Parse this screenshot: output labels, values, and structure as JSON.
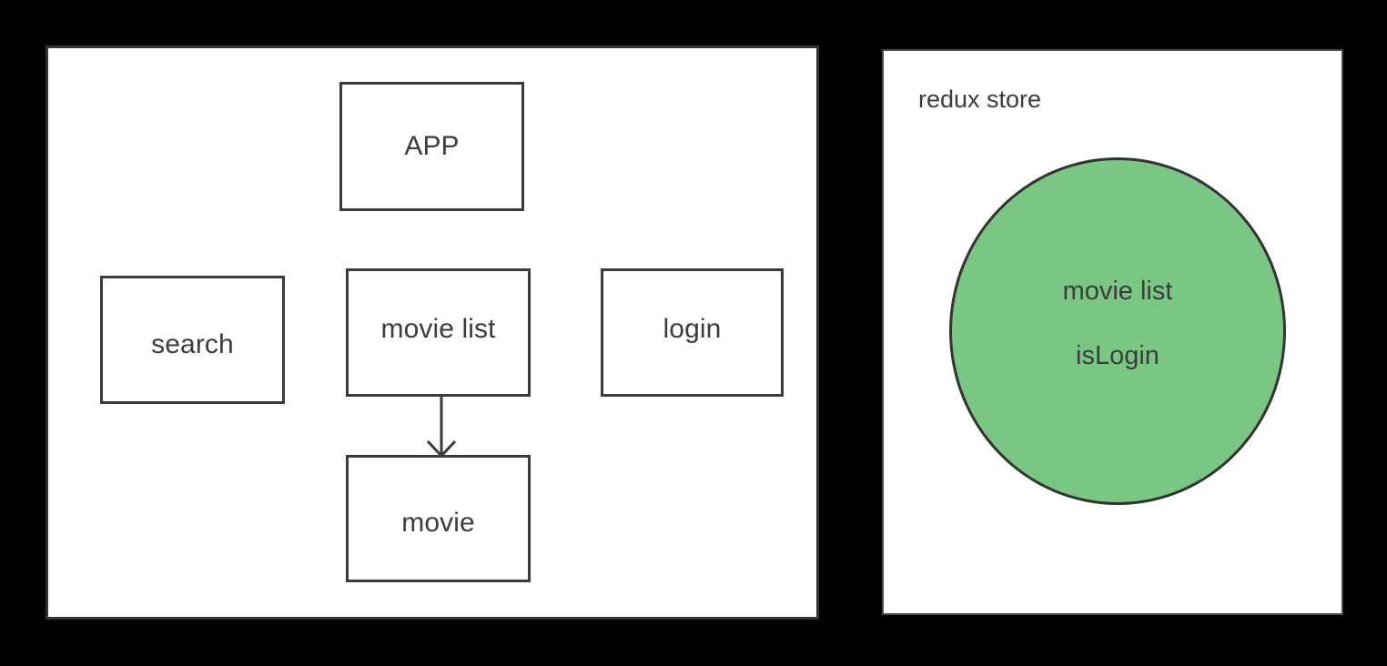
{
  "diagram": {
    "background_color": "#000000",
    "panels": {
      "components": {
        "name": "components-panel",
        "border_color": "#333333",
        "background_color": "#ffffff",
        "nodes": [
          {
            "id": "app",
            "label": "APP"
          },
          {
            "id": "search",
            "label": "search"
          },
          {
            "id": "movie-list",
            "label": "movie list"
          },
          {
            "id": "login",
            "label": "login"
          },
          {
            "id": "movie",
            "label": "movie"
          }
        ],
        "connectors": [
          {
            "from": "movie-list",
            "to": "movie",
            "style": "arrow-down",
            "color": "#3b3b3b"
          }
        ]
      },
      "store": {
        "name": "store-panel",
        "title": "redux store",
        "border_color": "#4a4a4a",
        "background_color": "#ffffff",
        "circle": {
          "fill_color": "#7ac683",
          "border_color": "#333333",
          "state_keys": [
            "movie list",
            "isLogin"
          ]
        }
      }
    }
  }
}
